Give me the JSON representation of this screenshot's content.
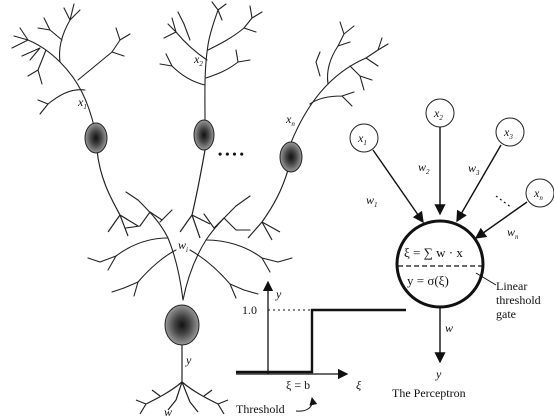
{
  "neuron": {
    "inputs": [
      {
        "name": "x",
        "sub": "1"
      },
      {
        "name": "x",
        "sub": "2"
      },
      {
        "name": "x",
        "sub": "n"
      }
    ],
    "dots": "• • • •",
    "weight_label": {
      "name": "w",
      "sub": "i"
    },
    "output_label": "y",
    "bottom_label": "w"
  },
  "perceptron": {
    "inputs": [
      {
        "name": "x",
        "sub": "1"
      },
      {
        "name": "x",
        "sub": "2"
      },
      {
        "name": "x",
        "sub": "3"
      },
      {
        "name": "x",
        "sub": "n"
      }
    ],
    "weights": [
      {
        "name": "w",
        "sub": "1"
      },
      {
        "name": "w",
        "sub": "2"
      },
      {
        "name": "w",
        "sub": "3"
      },
      {
        "name": "w",
        "sub": "n"
      }
    ],
    "sum_text": "ξ = ∑ w · x",
    "act_text": "y = σ(ξ)",
    "gate_label_lines": [
      "Linear",
      "threshold",
      "gate"
    ],
    "out_weight": "w",
    "output": "y",
    "caption": "The Perceptron"
  },
  "step_plot": {
    "y_axis_label": "y",
    "y_tick": "1.0",
    "x_axis_label": "ξ",
    "x_marker": "ξ = b",
    "threshold_label": "Threshold"
  }
}
